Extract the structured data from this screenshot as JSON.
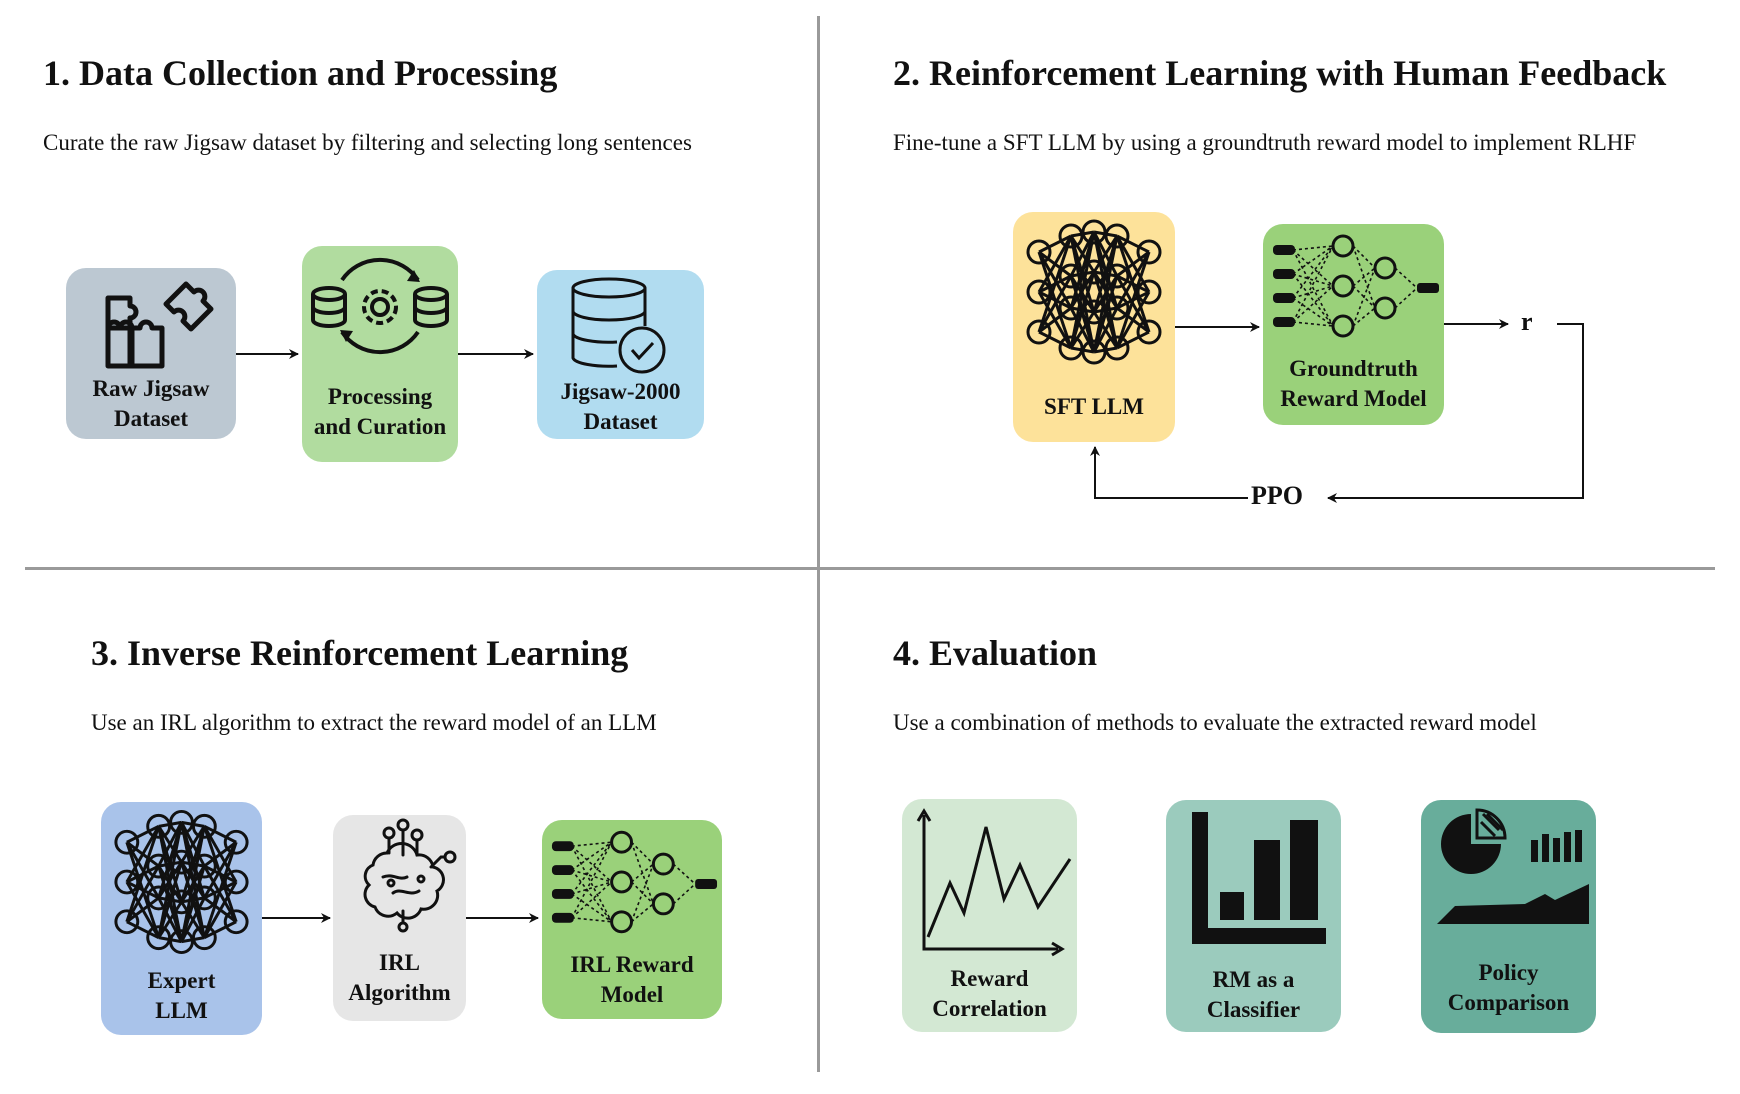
{
  "sections": [
    {
      "title": "1. Data Collection and Processing",
      "subtitle": "Curate the raw Jigsaw dataset by filtering and selecting long sentences",
      "nodes": [
        {
          "line1": "Raw Jigsaw",
          "line2": "Dataset",
          "color": "#bcc8d2",
          "icon": "puzzle-icon"
        },
        {
          "line1": "Processing",
          "line2": "and Curation",
          "color": "#b1dc9f",
          "icon": "data-processing-icon"
        },
        {
          "line1": "Jigsaw-2000",
          "line2": "Dataset",
          "color": "#b1dcf0",
          "icon": "database-check-icon"
        }
      ]
    },
    {
      "title": "2. Reinforcement Learning with Human Feedback",
      "subtitle": "Fine-tune a SFT LLM by using a groundtruth reward model to implement RLHF",
      "nodes": [
        {
          "line1": "SFT LLM",
          "line2": "",
          "color": "#fde29a",
          "icon": "neural-network-icon"
        },
        {
          "line1": "Groundtruth",
          "line2": "Reward Model",
          "color": "#9ad17a",
          "icon": "reward-network-icon"
        }
      ],
      "reward_label": "r",
      "loop_label": "PPO"
    },
    {
      "title": "3. Inverse Reinforcement Learning",
      "subtitle": "Use an IRL algorithm to extract the reward model of an LLM",
      "nodes": [
        {
          "line1": "Expert",
          "line2": "LLM",
          "color": "#a9c3ea",
          "icon": "neural-network-icon"
        },
        {
          "line1": "IRL",
          "line2": "Algorithm",
          "color": "#e6e6e6",
          "icon": "brain-circuit-icon"
        },
        {
          "line1": "IRL Reward",
          "line2": "Model",
          "color": "#9ad17a",
          "icon": "reward-network-icon"
        }
      ]
    },
    {
      "title": "4. Evaluation",
      "subtitle": "Use a combination of methods to evaluate the extracted reward model",
      "nodes": [
        {
          "line1": "Reward",
          "line2": "Correlation",
          "color": "#d3e8d3",
          "icon": "line-chart-icon"
        },
        {
          "line1": "RM as a",
          "line2": "Classifier",
          "color": "#9bcbbd",
          "icon": "bar-chart-icon"
        },
        {
          "line1": "Policy",
          "line2": "Comparison",
          "color": "#68ad9b",
          "icon": "dashboard-chart-icon"
        }
      ]
    }
  ]
}
